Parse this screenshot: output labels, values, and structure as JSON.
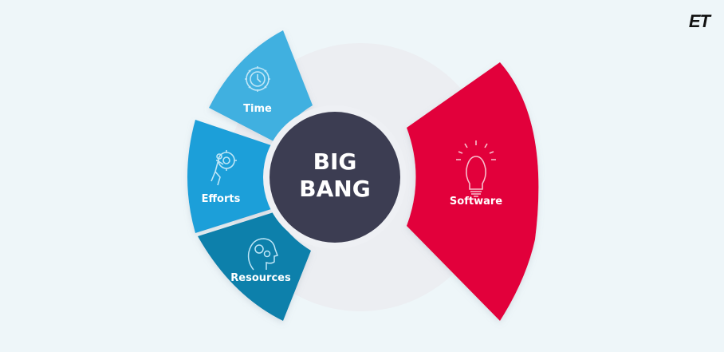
{
  "brand": {
    "logo_text": "ET"
  },
  "center": {
    "line1": "BIG",
    "line2": "BANG",
    "color": "#3c3d52"
  },
  "segments": [
    {
      "label": "Time",
      "icon": "clock-gear-icon",
      "color": "#41b0e0"
    },
    {
      "label": "Efforts",
      "icon": "person-pushing-gear-icon",
      "color": "#1a9fd9"
    },
    {
      "label": "Resources",
      "icon": "head-gears-icon",
      "color": "#0c80ab"
    }
  ],
  "output": {
    "label": "Software",
    "icon": "lightbulb-icon",
    "color": "#e2003a"
  },
  "colors": {
    "background": "#eef6f9",
    "ring": "#e7e9ee",
    "ring_inner": "#f1f3f6"
  }
}
